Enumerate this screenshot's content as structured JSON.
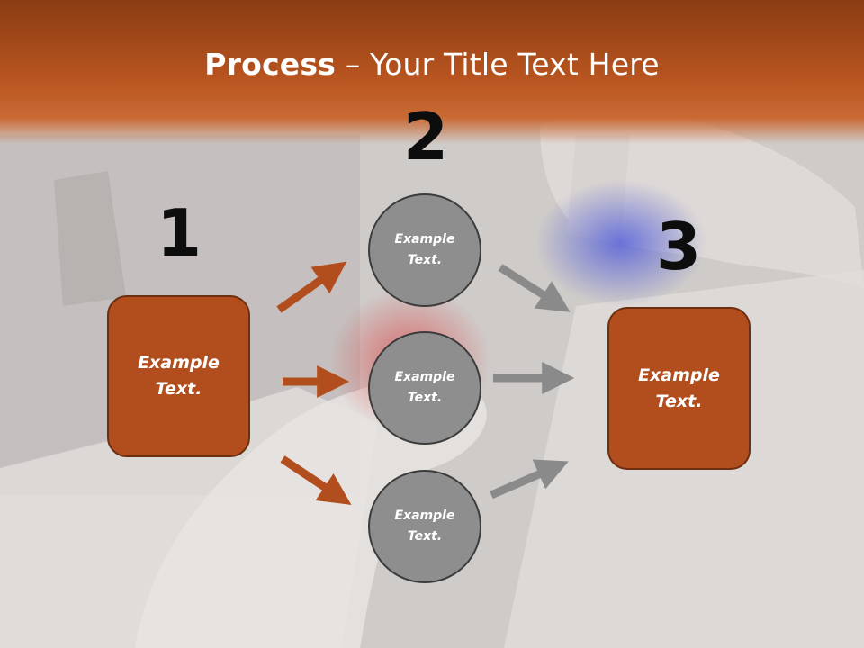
{
  "title": {
    "bold": "Process",
    "rest": " – Your Title Text Here"
  },
  "steps": [
    "1",
    "2",
    "3"
  ],
  "left_box": {
    "text": "Example\nText."
  },
  "right_box": {
    "text": "Example\nText."
  },
  "circles": [
    {
      "text": "Example\nText."
    },
    {
      "text": "Example\nText."
    },
    {
      "text": "Example\nText."
    }
  ],
  "colors": {
    "header": "#b8541f",
    "box_fill": "#b24e1e",
    "box_border": "#6e2e10",
    "circle_fill": "#8e8e8e",
    "circle_border": "#3c3c3c",
    "arrow_orange": "#b24e1e",
    "arrow_gray": "#8a8a8a",
    "number_color": "#0d0d0d"
  }
}
